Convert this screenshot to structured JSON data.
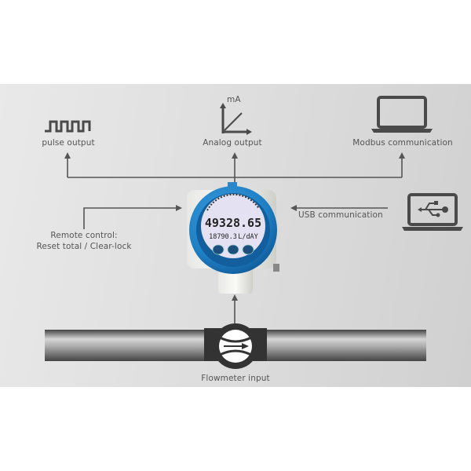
{
  "diagram": {
    "outputs": [
      {
        "id": "pulse",
        "label": "pulse output",
        "icon": "square-wave-icon"
      },
      {
        "id": "analog",
        "label": "Analog output",
        "icon": "ma-graph-icon",
        "icon_text": "mA"
      },
      {
        "id": "modbus",
        "label": "Modbus communication",
        "icon": "laptop-icon"
      }
    ],
    "inputs": {
      "remote": {
        "line1": "Remote control:",
        "line2": "Reset total / Clear-lock"
      },
      "usb": {
        "label": "USB communication",
        "icon": "usb-laptop-icon"
      },
      "flowmeter": {
        "label": "Flowmeter input",
        "icon": "flowmeter-icon"
      }
    },
    "device": {
      "display_main": "49328.65",
      "display_secondary": "18790.3",
      "display_unit": "L/dAY",
      "ring_color": "#1f7fc4",
      "lcd_color": "#e4e2f2"
    },
    "colors": {
      "panel_light": "#e9e9e9",
      "panel_dark": "#d0d0d0",
      "line": "#555555",
      "icon": "#4a4a4a"
    }
  }
}
